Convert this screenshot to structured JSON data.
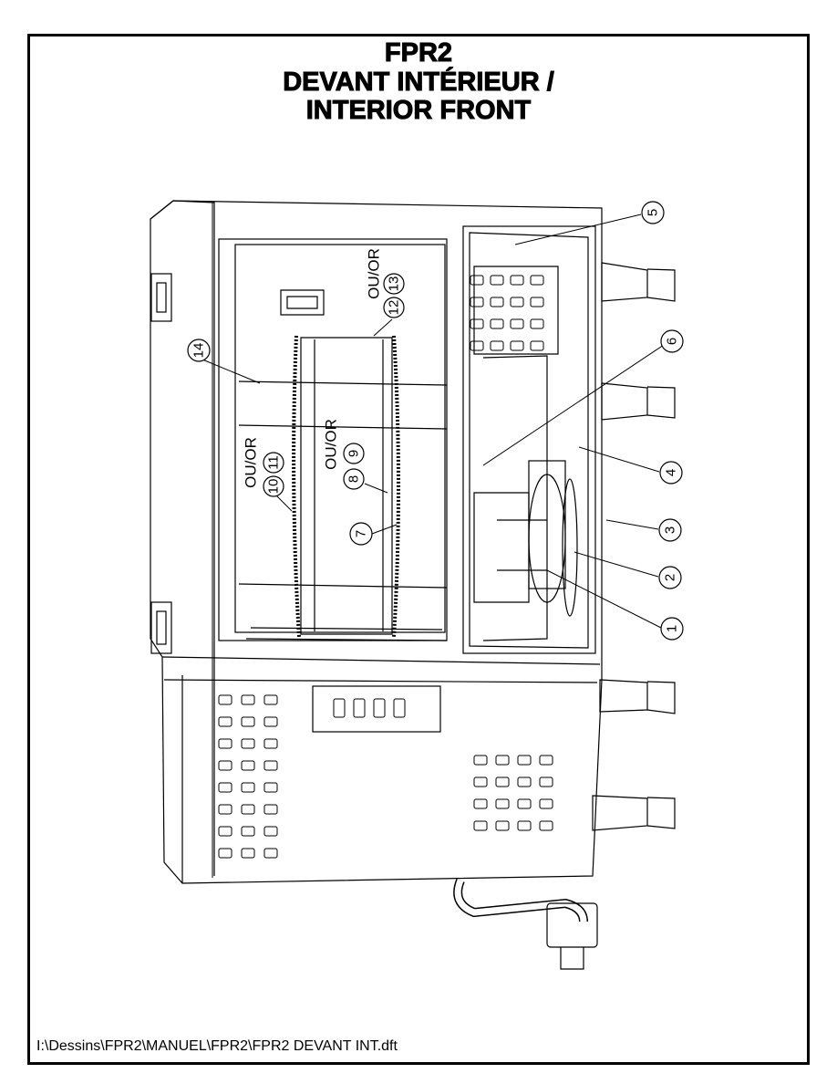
{
  "title": {
    "line1": "FPR2",
    "line2": "DEVANT INTÉRIEUR /",
    "line3": "INTERIOR FRONT"
  },
  "footer": {
    "file_path": "I:\\Dessins\\FPR2\\MANUEL\\FPR2\\FPR2 DEVANT INT.dft"
  },
  "labels": {
    "or_a": "OU/OR",
    "or_b": "OU/OR",
    "or_c": "OU/OR"
  },
  "callouts": {
    "c1": "1",
    "c2": "2",
    "c3": "3",
    "c4": "4",
    "c5": "5",
    "c6": "6",
    "c7": "7",
    "c8": "8",
    "c9": "9",
    "c10": "10",
    "c11": "11",
    "c12": "12",
    "c13": "13",
    "c14": "14"
  }
}
